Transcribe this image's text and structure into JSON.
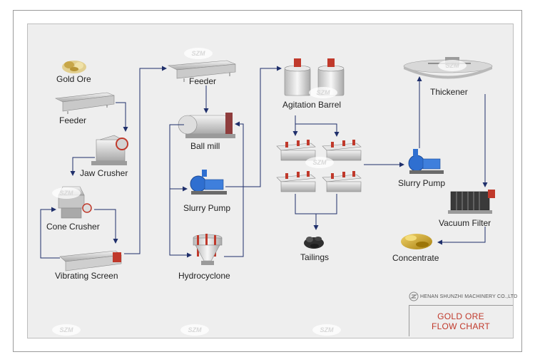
{
  "labels": {
    "gold_ore": "Gold Ore",
    "feeder_1": "Feeder",
    "jaw_crusher": "Jaw Crusher",
    "cone_crusher": "Cone Crusher",
    "vibrating_screen": "Vibrating Screen",
    "feeder_2": "Feeder",
    "ball_mill": "Ball mill",
    "slurry_pump_1": "Slurry Pump",
    "hydrocyclone": "Hydrocyclone",
    "agitation_barrel": "Agitation Barrel",
    "tailings": "Tailings",
    "thickener": "Thickener",
    "slurry_pump_2": "Slurry Pump",
    "vacuum_filter": "Vacuum Filter",
    "concentrate": "Concentrate"
  },
  "brand": {
    "company": "HENAN SHUNZHI MACHINERY CO.,LTD",
    "title_line1": "GOLD ORE",
    "title_line2": "FLOW CHART"
  },
  "watermark": "SZM",
  "colors": {
    "arrow": "#1f2f6b",
    "title": "#c0392b",
    "pump_blue": "#2f6fd0",
    "ore_yellow": "#d9b84a",
    "concentrate_gold": "#c9a21a"
  }
}
